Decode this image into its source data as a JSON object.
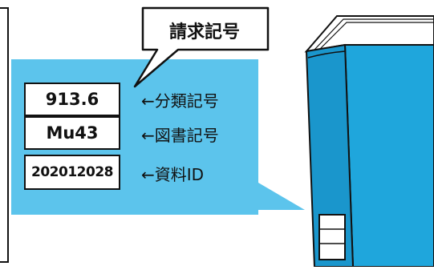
{
  "callout": {
    "title": "請求記号"
  },
  "label": {
    "classification_number": "913.6",
    "author_mark": "Mu43",
    "material_id": "202012028"
  },
  "descriptions": {
    "classification": "←分類記号",
    "author": "←図書記号",
    "material_id": "←資料ID"
  },
  "colors": {
    "panel": "#5cc4ec",
    "book_cover": "#1fa6dc",
    "book_shade": "#1282b4",
    "outline": "#111111"
  }
}
